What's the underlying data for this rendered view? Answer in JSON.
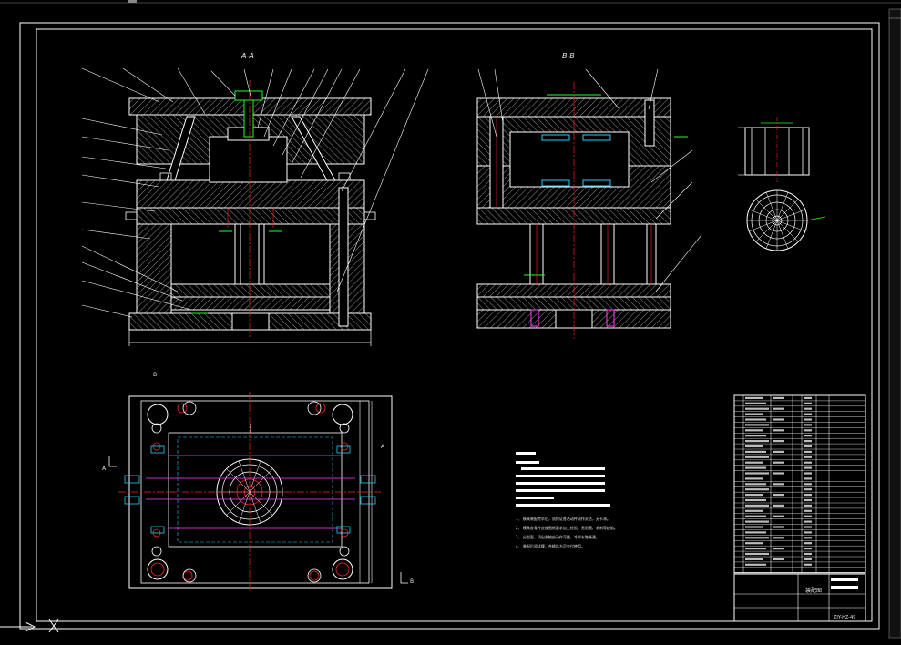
{
  "drawing": {
    "section_aa_label": "A-A",
    "section_bb_label": "B-B",
    "view_marks": [
      "A",
      "A",
      "B",
      "B"
    ],
    "title_block": {
      "title": "装配图",
      "drawing_no": "ZJY-HZ-49"
    },
    "colors": {
      "background": "#000000",
      "outline": "#ffffff",
      "hatch": "#ffffff",
      "centerline": "#ff2020",
      "green": "#20ff20",
      "cyan": "#20d0ff",
      "magenta": "#ff40ff",
      "blue": "#4060ff"
    },
    "tech_notes": {
      "line1": "1、 模具装配完毕后，须保证各活动件动作灵活，无卡滞。",
      "line2": "2、 模具各零件应按图纸要求加工检验，无划痕、毛刺等缺陷。",
      "line3": "3、 分型面、顶出系统应动作可靠，冷却水路畅通。",
      "line4": "4、 装配后须试模，合格后方可交付使用。"
    }
  }
}
